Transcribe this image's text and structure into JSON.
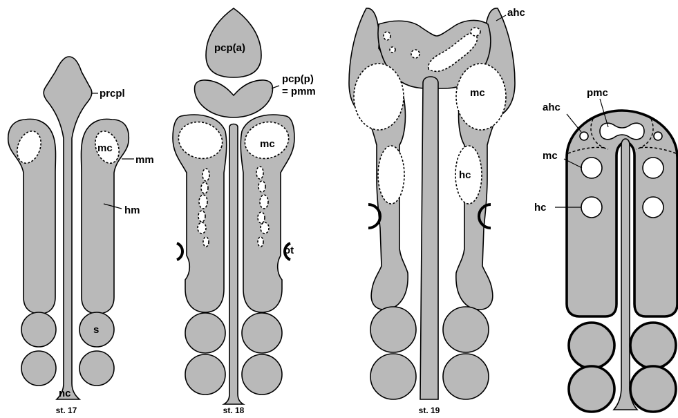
{
  "panels": [
    {
      "caption": "st. 17",
      "labels": {
        "prcpl": "prcpl",
        "mc": "mc",
        "mm": "mm",
        "hm": "hm",
        "s": "s",
        "nc": "nc"
      }
    },
    {
      "caption": "st. 18",
      "labels": {
        "pcp_a": "pcp(a)",
        "pcp_p": "pcp(p)",
        "pmm": "= pmm",
        "mc": "mc",
        "ot": "ot"
      }
    },
    {
      "caption": "st. 19",
      "labels": {
        "ahc": "ahc",
        "mc": "mc",
        "hc": "hc"
      }
    },
    {
      "caption": "",
      "labels": {
        "pmc": "pmc",
        "ahc": "ahc",
        "mc": "mc",
        "hc": "hc"
      }
    }
  ],
  "colors": {
    "tissue": "#b9b9b9",
    "outline": "#000000",
    "background": "#ffffff"
  }
}
